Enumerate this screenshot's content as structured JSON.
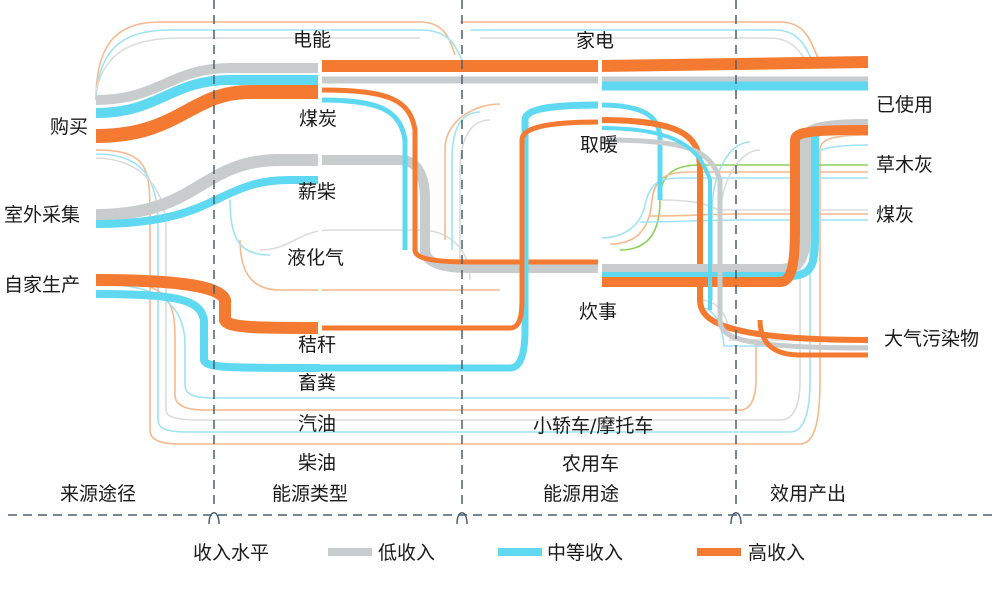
{
  "colors": {
    "low": "#c8cccd",
    "mid": "#5fd8f2",
    "high": "#f47a32"
  },
  "sources": [
    "购买",
    "室外采集",
    "自家生产"
  ],
  "energy_types": [
    "电能",
    "煤炭",
    "薪柴",
    "液化气",
    "秸秆",
    "畜粪",
    "汽油",
    "柴油"
  ],
  "uses": [
    "家电",
    "取暖",
    "炊事",
    "小轿车/摩托车",
    "农用车"
  ],
  "outputs": [
    "已使用",
    "草木灰",
    "煤灰",
    "大气污染物"
  ],
  "column_titles": [
    "来源途径",
    "能源类型",
    "能源用途",
    "效用产出"
  ],
  "legend": {
    "title": "收入水平",
    "low": "低收入",
    "mid": "中等收入",
    "high": "高收入"
  }
}
